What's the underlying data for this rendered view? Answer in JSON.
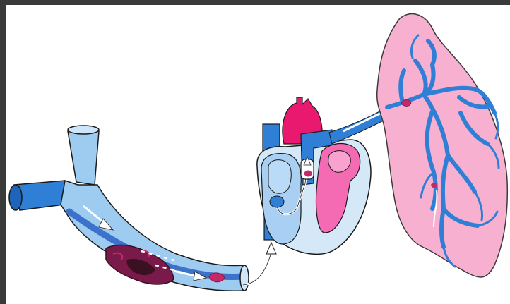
{
  "diagram": {
    "labels": [],
    "colors": {
      "frame_border": "#3a3a3a",
      "background": "#ffffff",
      "vessel_fill": "#9ecbf0",
      "vessel_outline": "#1a1a1a",
      "vessel_dark": "#2f7fd6",
      "vessel_lumen": "#2b63c6",
      "clot": "#7a1a4a",
      "clot_dark": "#3b1020",
      "embolus": "#c42a6a",
      "heart_right": "#a9cff2",
      "heart_left": "#f46bb4",
      "aorta": "#e8196f",
      "lung_fill": "#f7b0cf",
      "lung_outline": "#3b3b3b",
      "arrow": "#ffffff"
    },
    "parts": [
      "leg-vein",
      "thrombus",
      "embolus",
      "inferior-vena-cava",
      "heart",
      "pulmonary-artery",
      "lung"
    ]
  }
}
